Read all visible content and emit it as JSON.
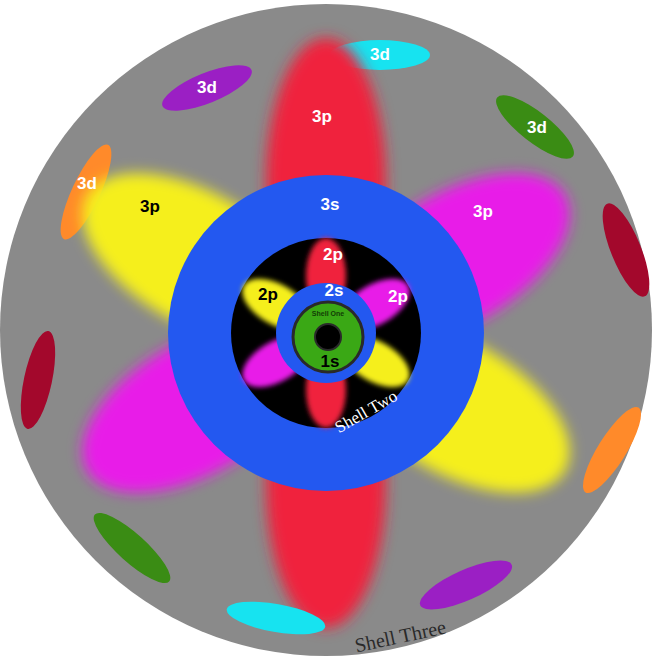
{
  "diagram": {
    "nodes": [
      {
        "text": [
          "Shell Three"
        ]
      },
      {
        "text": [
          "3d"
        ],
        "in": 0
      },
      {
        "text": [
          "3d"
        ],
        "in": 0
      },
      {
        "text": [
          "3d"
        ],
        "in": 0
      },
      {
        "text": [
          "3d"
        ],
        "in": 0
      },
      {
        "text": [
          "3p"
        ],
        "in": 0
      },
      {
        "text": [
          "3p"
        ],
        "in": 0
      },
      {
        "text": [
          "3p"
        ],
        "in": 0
      },
      {
        "text": [
          "3s"
        ],
        "in": 0
      },
      {
        "text": [
          "Shell Two"
        ],
        "in": 8
      },
      {
        "text": [
          "2p"
        ],
        "in": 9
      },
      {
        "text": [
          "2p"
        ],
        "in": 9
      },
      {
        "text": [
          "2p"
        ],
        "in": 9
      },
      {
        "text": [
          "2s"
        ],
        "in": 9
      },
      {
        "text": [
          "Shell One",
          "1s"
        ],
        "in": 13
      }
    ]
  }
}
